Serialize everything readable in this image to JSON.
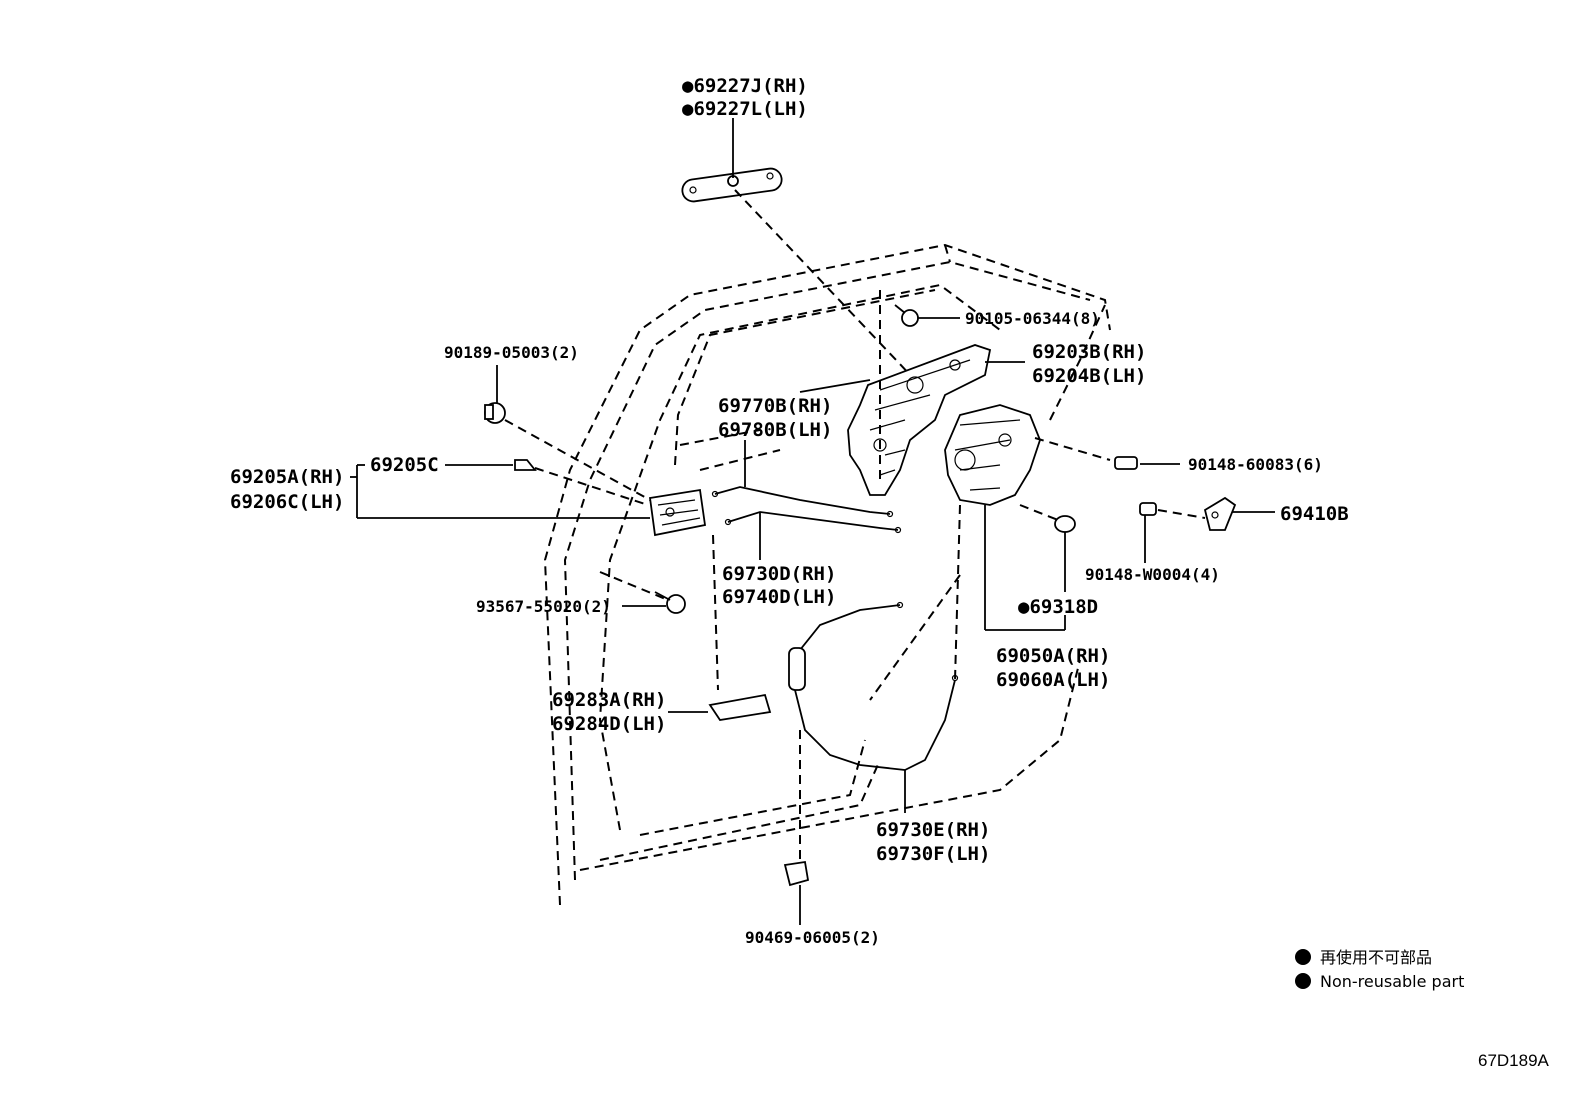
{
  "parts": {
    "p69227_rh": "●69227J(RH)",
    "p69227_lh": "●69227L(LH)",
    "p90105": "90105-06344(8)",
    "p69203_rh": "69203B(RH)",
    "p69204_lh": "69204B(LH)",
    "p90189": "90189-05003(2)",
    "p69770_rh": "69770B(RH)",
    "p69780_lh": "69780B(LH)",
    "p69205a_rh": "69205A(RH)",
    "p69206c_lh": "69206C(LH)",
    "p69205c": "69205C",
    "p90148_60083": "90148-60083(6)",
    "p69410b": "69410B",
    "p90148_w0004": "90148-W0004(4)",
    "p69730d_rh": "69730D(RH)",
    "p69740d_lh": "69740D(LH)",
    "p93567": "93567-55020(2)",
    "p69318d": "●69318D",
    "p69050a_rh": "69050A(RH)",
    "p69060a_lh": "69060A(LH)",
    "p69283a_rh": "69283A(RH)",
    "p69284d_lh": "69284D(LH)",
    "p69730e_rh": "69730E(RH)",
    "p69730f_lh": "69730F(LH)",
    "p90469": "90469-06005(2)"
  },
  "legend": {
    "line1": "再使用不可部品",
    "line2": "Non-reusable part"
  },
  "figure_code": "67D189A"
}
